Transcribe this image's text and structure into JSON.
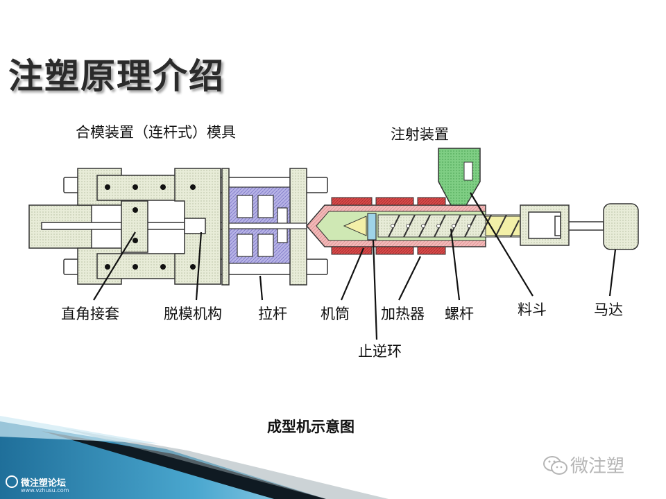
{
  "slide": {
    "title": "注塑原理介绍",
    "caption": "成型机示意图"
  },
  "diagram": {
    "headers": {
      "clamping": "合模装置（连杆式）模具",
      "injection": "注射装置"
    },
    "labels": {
      "toggle_joint": "直角接套",
      "ejector": "脱模机构",
      "tie_bar": "拉杆",
      "barrel": "机筒",
      "check_ring": "止逆环",
      "heater": "加热器",
      "screw": "螺杆",
      "hopper": "料斗",
      "motor": "马达"
    },
    "colors": {
      "frame_fill": "#e8ecd8",
      "mold_fill": "#b7b3e6",
      "heater_red": "#d84b4b",
      "hopper_green": "#7fce84",
      "screw_yellow": "#f3f0a8",
      "barrel_pink": "#f2b9b9"
    }
  },
  "footer": {
    "forum_name": "微注塑论坛",
    "forum_url": "www.vzhusu.com",
    "watermark": "微注塑"
  }
}
